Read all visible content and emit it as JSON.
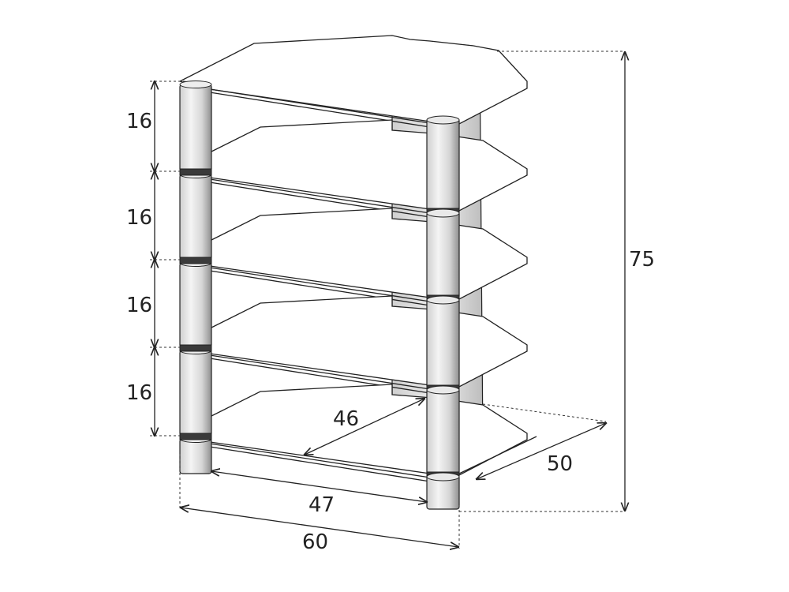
{
  "dimensions": {
    "shelf_spacing": [
      "16",
      "16",
      "16",
      "16"
    ],
    "total_height": "75",
    "total_width": "60",
    "inner_width": "47",
    "inner_depth": "46",
    "total_depth": "50"
  },
  "colors": {
    "line": "#222222",
    "pillar_light": "#f2f2f2",
    "pillar_dark": "#9a9a9a",
    "background": "#ffffff"
  }
}
